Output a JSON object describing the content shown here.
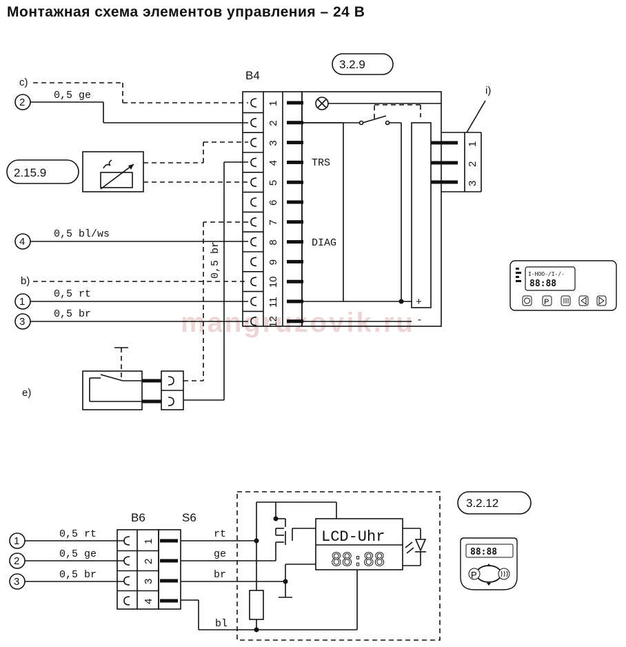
{
  "page_title": "Монтажная схема элементов управления – 24 В",
  "watermark": "mangruzovik.ru",
  "top_schematic": {
    "connector_label": "B4",
    "reference_label": "3.2.9",
    "sensor_reference": "2.15.9",
    "pins": [
      "1",
      "2",
      "3",
      "4",
      "5",
      "6",
      "7",
      "8",
      "9",
      "10",
      "11",
      "12"
    ],
    "trs_label": "TRS",
    "diag_label": "DIAG",
    "plus_label": "+",
    "minus_label": "-",
    "aux_label": "i)",
    "aux_pins": [
      "1",
      "2",
      "3"
    ],
    "left_marks": {
      "c": "c)",
      "b": "b)",
      "e": "e)"
    },
    "circle_nums": {
      "n2": "2",
      "n4": "4",
      "n1": "1",
      "n3": "3"
    },
    "wires": {
      "ge": "0,5 ge",
      "blws": "0,5 bl/ws",
      "rt": "0,5 rt",
      "br": "0,5 br",
      "vertical_br": "0,5 br"
    }
  },
  "bottom_schematic": {
    "connector_b": "B6",
    "connector_s": "S6",
    "reference_label": "3.2.12",
    "pins": [
      "1",
      "2",
      "3",
      "4"
    ],
    "circle_nums": {
      "n1": "1",
      "n2": "2",
      "n3": "3"
    },
    "wires_left": {
      "rt": "0,5 rt",
      "ge": "0,5 ge",
      "br": "0,5 br"
    },
    "wires_right": {
      "rt": "rt",
      "ge": "ge",
      "br": "br",
      "bl": "bl"
    },
    "lcd_label": "LCD-Uhr",
    "lcd_digits": "88:88"
  },
  "devices": {
    "panel_display_top": "I-HOO-/I-/-",
    "panel_display_digits": "88:88",
    "remote_digits": "88:88",
    "remote_p": "P"
  }
}
